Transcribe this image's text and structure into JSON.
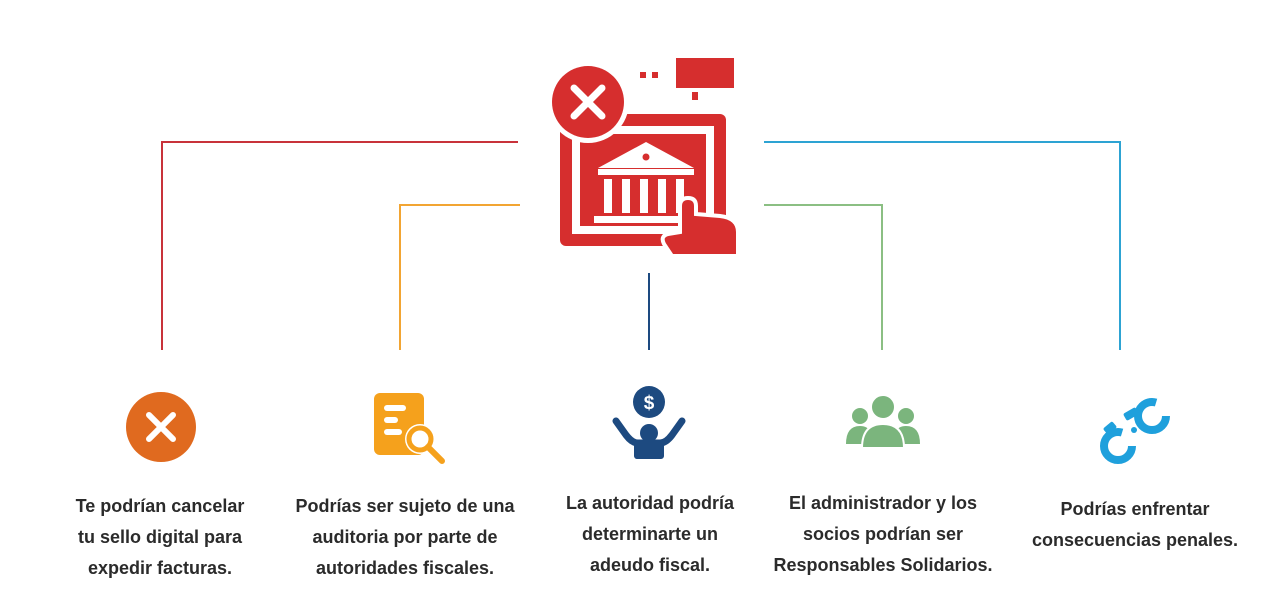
{
  "hero": {
    "icon": "tax-authority-building-with-cancel-icon",
    "color": "#D62E2E"
  },
  "items": [
    {
      "icon": "cancel-icon",
      "color": "#E06A1F",
      "line_color": "#C8323A",
      "lines": [
        "Te podrían cancelar",
        "tu sello digital para",
        "expedir facturas."
      ]
    },
    {
      "icon": "document-search-icon",
      "color": "#F5A11C",
      "line_color": "#F2A533",
      "lines": [
        "Podrías ser sujeto de una",
        "auditoria por parte de",
        "autoridades fiscales."
      ]
    },
    {
      "icon": "person-with-dollar-icon",
      "color": "#1D4A80",
      "line_color": "#1D4A80",
      "lines": [
        "La autoridad podría",
        "determinarte un",
        "adeudo fiscal."
      ]
    },
    {
      "icon": "group-of-people-icon",
      "color": "#7BB57D",
      "line_color": "#8BBF83",
      "lines": [
        "El administrador y los",
        "socios podrían ser",
        "Responsables Solidarios."
      ]
    },
    {
      "icon": "handcuffs-icon",
      "color": "#1FA0DC",
      "line_color": "#2DA3D3",
      "lines": [
        "Podrías enfrentar",
        "consecuencias penales."
      ]
    }
  ]
}
